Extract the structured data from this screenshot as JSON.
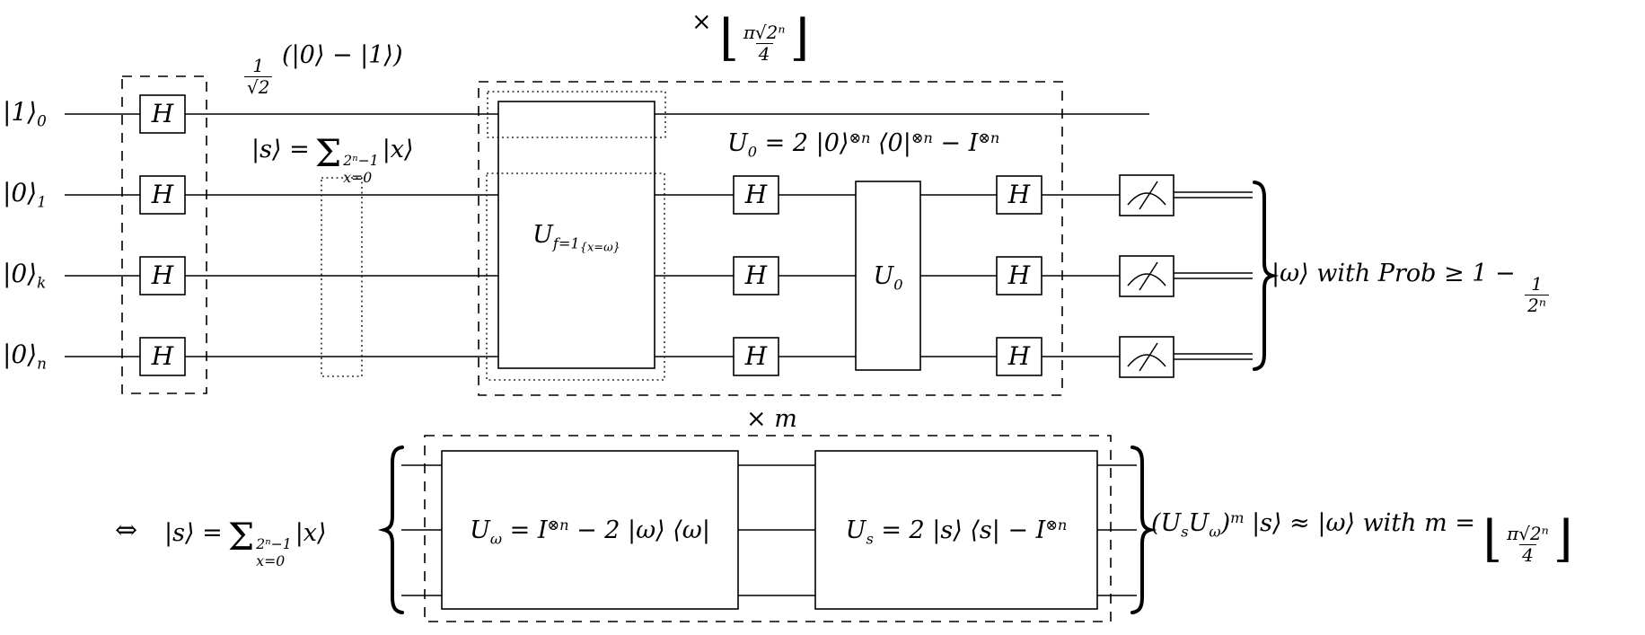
{
  "figure": {
    "background": "#ffffff",
    "line_color": "#000000",
    "description": "Grover search algorithm quantum circuit diagram"
  },
  "qubits": [
    {
      "ket": "|1⟩",
      "sub": "0"
    },
    {
      "ket": "|0⟩",
      "sub": "1"
    },
    {
      "ket": "|0⟩",
      "sub": "k"
    },
    {
      "ket": "|0⟩",
      "sub": "n"
    }
  ],
  "gates": {
    "h_label": "H",
    "u0_base": "U",
    "u0_sub": "0",
    "uf_base": "U",
    "uf_sub": "f=1",
    "uf_subsub": "{x=ω}"
  },
  "labels": {
    "repeat_top": {
      "times": "×",
      "lfloor": "⌊",
      "num": "π√2ⁿ",
      "den": "4",
      "rfloor": "⌋"
    },
    "repeat_bottom": {
      "times": "×",
      "m": "m"
    },
    "minus_state": {
      "num": "1",
      "den": "√2",
      "rest": "(|0⟩ − |1⟩)"
    },
    "s_state": {
      "prefix": "|s⟩ =",
      "sigma": "Σ",
      "upper": "2ⁿ−1",
      "lower": "x=0",
      "suffix": "|x⟩"
    },
    "u0_def": {
      "base": "U",
      "sub": "0",
      "p1": " = 2 |0⟩",
      "otimes": "⊗n",
      "p2": " ⟨0|",
      "p3": " − I"
    },
    "omega_prob": {
      "pre": "|ω⟩  with  Prob ≥ 1 − ",
      "num": "1",
      "den": "2ⁿ"
    },
    "equiv": "⇔",
    "uomega_def": {
      "base": "U",
      "sub": "ω",
      "p1": " = I",
      "otimes": "⊗n",
      "p2": " − 2 |ω⟩ ⟨ω|"
    },
    "us_def": {
      "base": "U",
      "sub": "s",
      "p1": " = 2 |s⟩ ⟨s| − I",
      "otimes": "⊗n"
    },
    "grover_result": {
      "p1": "(U",
      "sub1": "s",
      "p2": "U",
      "sub2": "ω",
      "p3": ")",
      "sup": "m",
      "p4": " |s⟩ ≈ |ω⟩  with  m = ",
      "lfloor": "⌊",
      "num": "π√2ⁿ",
      "den": "4",
      "rfloor": "⌋"
    }
  }
}
